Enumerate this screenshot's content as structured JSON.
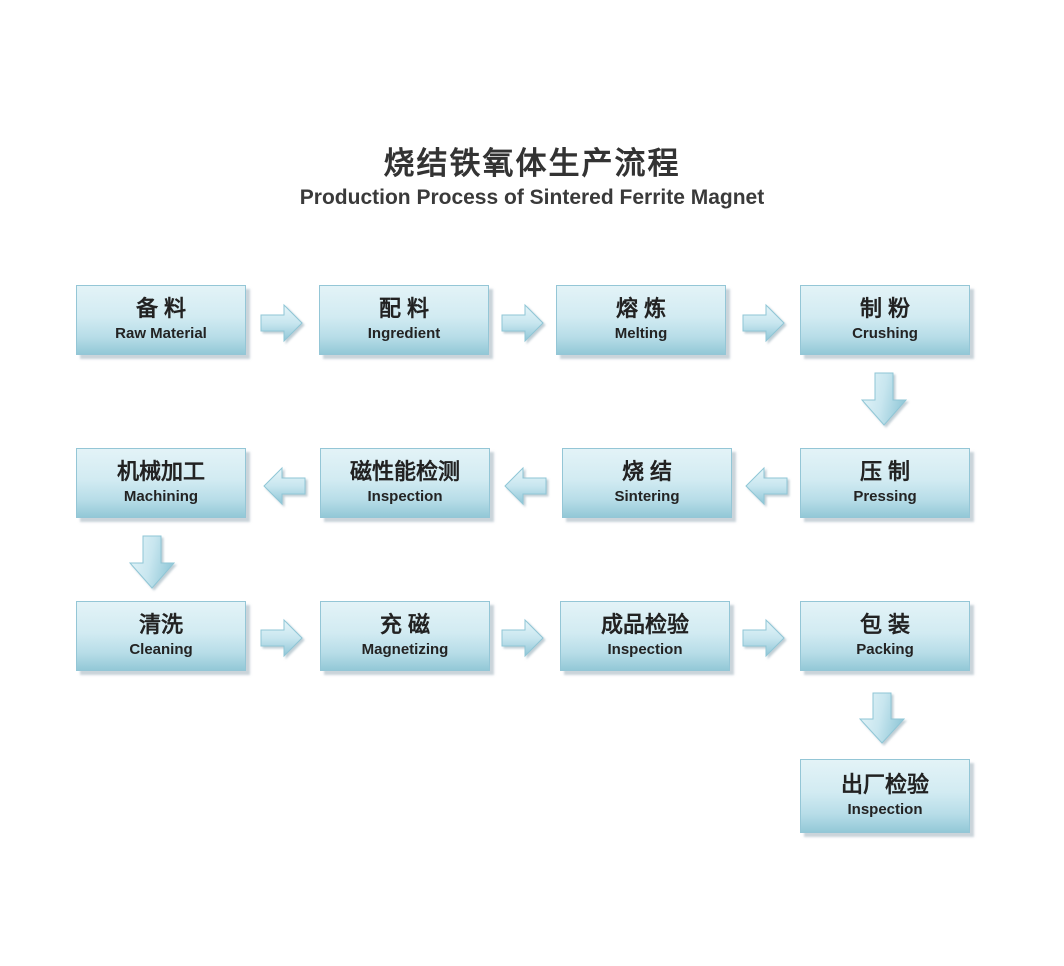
{
  "title": {
    "zh": "烧结铁氧体生产流程",
    "en": "Production Process of Sintered Ferrite Magnet"
  },
  "colors": {
    "box_fill_top": "#e3f3f7",
    "box_fill_bottom": "#93c8d7",
    "box_border": "#94c6d6",
    "arrow_fill_light": "#ddf0f5",
    "arrow_fill_dark": "#92c8d8",
    "text": "#222222",
    "title_text": "#333333",
    "background": "#ffffff"
  },
  "nodes": [
    {
      "id": "raw-material",
      "zh": "备 料",
      "en": "Raw Material"
    },
    {
      "id": "ingredient",
      "zh": "配 料",
      "en": "Ingredient"
    },
    {
      "id": "melting",
      "zh": "熔 炼",
      "en": "Melting"
    },
    {
      "id": "crushing",
      "zh": "制 粉",
      "en": "Crushing"
    },
    {
      "id": "pressing",
      "zh": "压 制",
      "en": "Pressing"
    },
    {
      "id": "sintering",
      "zh": "烧 结",
      "en": "Sintering"
    },
    {
      "id": "magnet-inspection",
      "zh": "磁性能检测",
      "en": "Inspection"
    },
    {
      "id": "machining",
      "zh": "机械加工",
      "en": "Machining"
    },
    {
      "id": "cleaning",
      "zh": "清洗",
      "en": "Cleaning"
    },
    {
      "id": "magnetizing",
      "zh": "充 磁",
      "en": "Magnetizing"
    },
    {
      "id": "final-inspection",
      "zh": "成品检验",
      "en": "Inspection"
    },
    {
      "id": "packing",
      "zh": "包 装",
      "en": "Packing"
    },
    {
      "id": "outgoing-inspection",
      "zh": "出厂检验",
      "en": "Inspection"
    }
  ],
  "arrows": [
    {
      "dir": "right",
      "from": "raw-material",
      "to": "ingredient"
    },
    {
      "dir": "right",
      "from": "ingredient",
      "to": "melting"
    },
    {
      "dir": "right",
      "from": "melting",
      "to": "crushing"
    },
    {
      "dir": "down",
      "from": "crushing",
      "to": "pressing"
    },
    {
      "dir": "left",
      "from": "pressing",
      "to": "sintering"
    },
    {
      "dir": "left",
      "from": "sintering",
      "to": "magnet-inspection"
    },
    {
      "dir": "left",
      "from": "magnet-inspection",
      "to": "machining"
    },
    {
      "dir": "down",
      "from": "machining",
      "to": "cleaning"
    },
    {
      "dir": "right",
      "from": "cleaning",
      "to": "magnetizing"
    },
    {
      "dir": "right",
      "from": "magnetizing",
      "to": "final-inspection"
    },
    {
      "dir": "right",
      "from": "final-inspection",
      "to": "packing"
    },
    {
      "dir": "down",
      "from": "packing",
      "to": "outgoing-inspection"
    }
  ]
}
